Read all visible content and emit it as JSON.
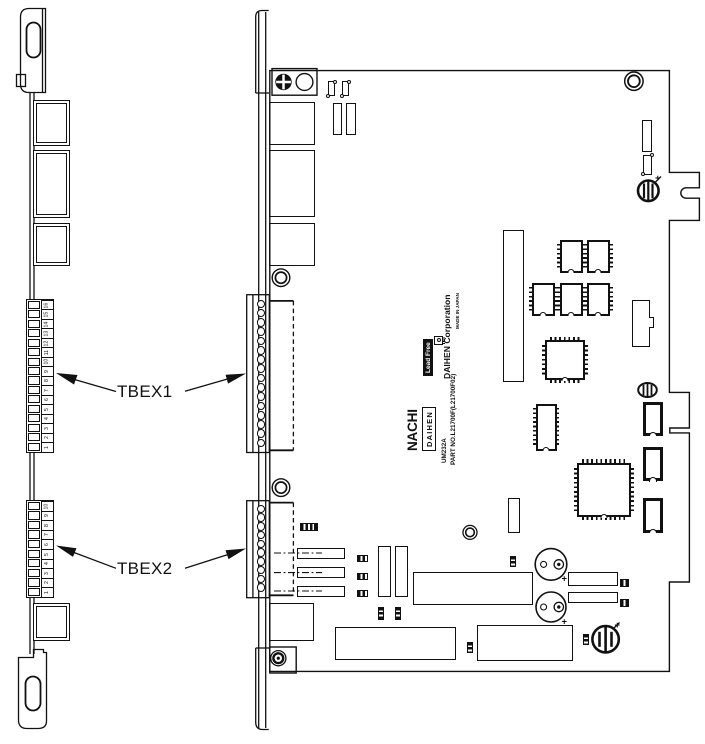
{
  "diagram": {
    "type": "pcb-board-drawing",
    "labels": {
      "tbex1": "TBEX1",
      "tbex2": "TBEX2"
    },
    "terminals": {
      "tbex1": {
        "name": "TBEX1",
        "positions": 16,
        "numbers": [
          "1",
          "2",
          "3",
          "4",
          "5",
          "6",
          "7",
          "8",
          "9",
          "10",
          "11",
          "12",
          "13",
          "14",
          "15",
          "16"
        ]
      },
      "tbex2": {
        "name": "TBEX2",
        "positions": 10,
        "numbers": [
          "1",
          "2",
          "3",
          "4",
          "5",
          "6",
          "7",
          "8",
          "9",
          "10"
        ]
      }
    },
    "board_label": {
      "brand": "NACHI",
      "maker_box": "DAIHEN",
      "lead_free": "Lead Free",
      "corporation": "DAIHEN Corporation",
      "origin": "MADE IN JAPAN",
      "model": "UM232A",
      "part_no": "PART NO.L21700F(L21700F02)"
    },
    "symbols": {
      "plus": "+"
    },
    "colors": {
      "line": "#111111",
      "background": "#ffffff"
    }
  }
}
